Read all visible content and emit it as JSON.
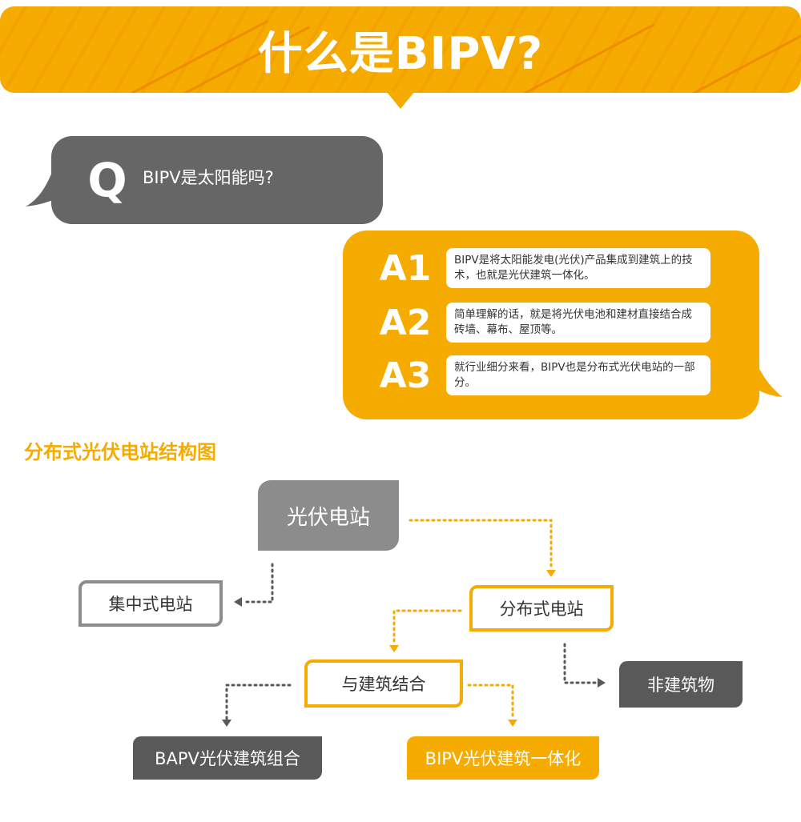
{
  "banner": {
    "title": "什么是BIPV?"
  },
  "question": {
    "letter": "Q",
    "text": "BIPV是太阳能吗?"
  },
  "answers": [
    {
      "label": "A1",
      "text": "BIPV是将太阳能发电(光伏)产品集成到建筑上的技术，也就是光伏建筑一体化。"
    },
    {
      "label": "A2",
      "text": "简单理解的话，就是将光伏电池和建材直接结合成砖墙、幕布、屋顶等。"
    },
    {
      "label": "A3",
      "text": "就行业细分来看，BIPV也是分布式光伏电站的一部分。"
    }
  ],
  "diagram": {
    "title": "分布式光伏电站结构图",
    "nodes": {
      "root": "光伏电站",
      "centralized": "集中式电站",
      "distributed": "分布式电站",
      "with_building": "与建筑结合",
      "non_building": "非建筑物",
      "bapv": "BAPV光伏建筑组合",
      "bipv": "BIPV光伏建筑一体化"
    }
  },
  "colors": {
    "accent": "#f6ab00",
    "gray": "#8c8c8c",
    "dark": "#595959",
    "bubble": "#666666"
  }
}
